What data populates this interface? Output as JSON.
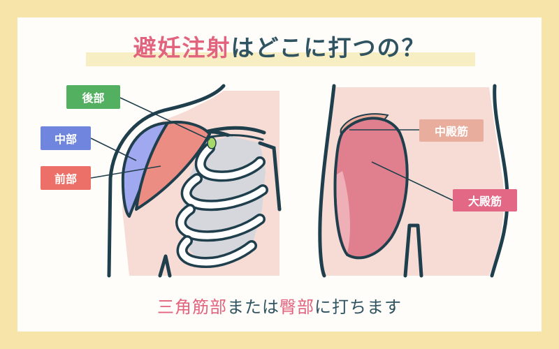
{
  "title": {
    "highlight": "避妊注射",
    "rest": "はどこに打つの？"
  },
  "labels": {
    "deltoid_posterior": "後部",
    "deltoid_middle": "中部",
    "deltoid_anterior": "前部",
    "gluteus_medius": "中殿筋",
    "gluteus_maximus": "大殿筋"
  },
  "subtitle": {
    "part1": "三角筋部",
    "part2": "または",
    "part3": "臀部",
    "part4": "に打ちます"
  },
  "colors": {
    "background": "#f6e4a8",
    "card": "#fffdfa",
    "outline": "#1f3f4d",
    "skin": "#f7dcd6",
    "rib_fill": "#d5d7dc",
    "deltoid_posterior": "#52b060",
    "deltoid_middle": "#a0a8f0",
    "deltoid_anterior": "#ec8d83",
    "gluteus_medius": "#edac9b",
    "gluteus_maximus": "#e0808e",
    "accent": "#e2637d"
  }
}
